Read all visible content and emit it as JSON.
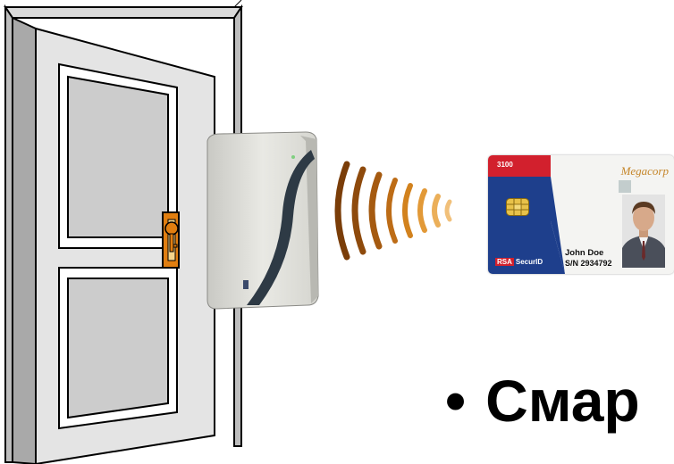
{
  "card": {
    "number": "3100",
    "brand": "Megacorp",
    "holder_name": "John Doe",
    "serial": "S/N 2934792",
    "issuer_logo_box": "RSA",
    "issuer_logo_text": "SecurID"
  },
  "bullet": {
    "marker": "•",
    "text": "Смар"
  },
  "colors": {
    "card_blue": "#1e3f8c",
    "card_red": "#d2202d",
    "wave_start": "#7a3d08",
    "wave_end": "#f1c07a",
    "door_panel": "#cccccc"
  }
}
